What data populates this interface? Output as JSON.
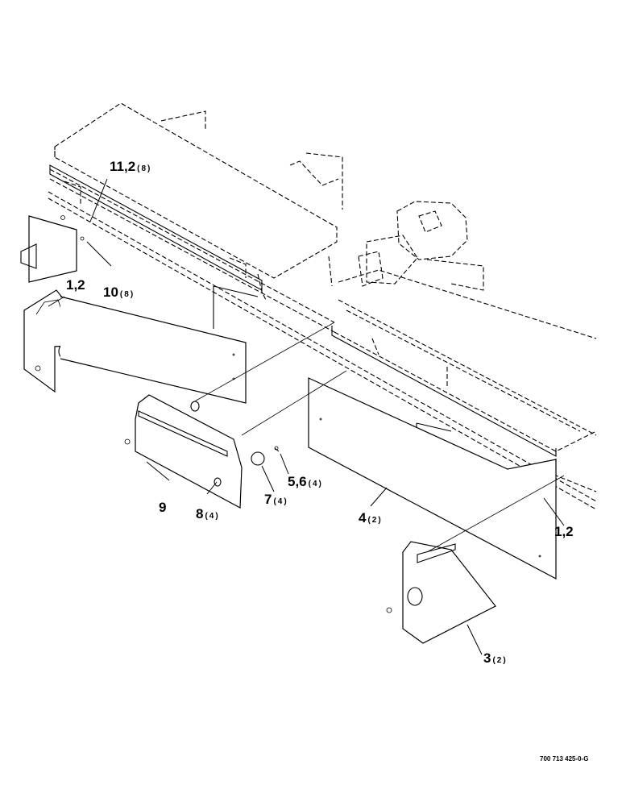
{
  "callouts": {
    "c11": {
      "main": "11,2",
      "qty": "(8)"
    },
    "c10": {
      "main": "10",
      "qty": "(8)"
    },
    "c12_left": {
      "main": "1,2",
      "qty": ""
    },
    "c9": {
      "main": "9",
      "qty": ""
    },
    "c8": {
      "main": "8",
      "qty": "(4)"
    },
    "c7": {
      "main": "7",
      "qty": "(4)"
    },
    "c56": {
      "main": "5,6",
      "qty": "(4)"
    },
    "c4": {
      "main": "4",
      "qty": "(2)"
    },
    "c12_right": {
      "main": "1,2",
      "qty": ""
    },
    "c3": {
      "main": "3",
      "qty": "(2)"
    }
  },
  "drawing_number": "700 713 425-0-G"
}
